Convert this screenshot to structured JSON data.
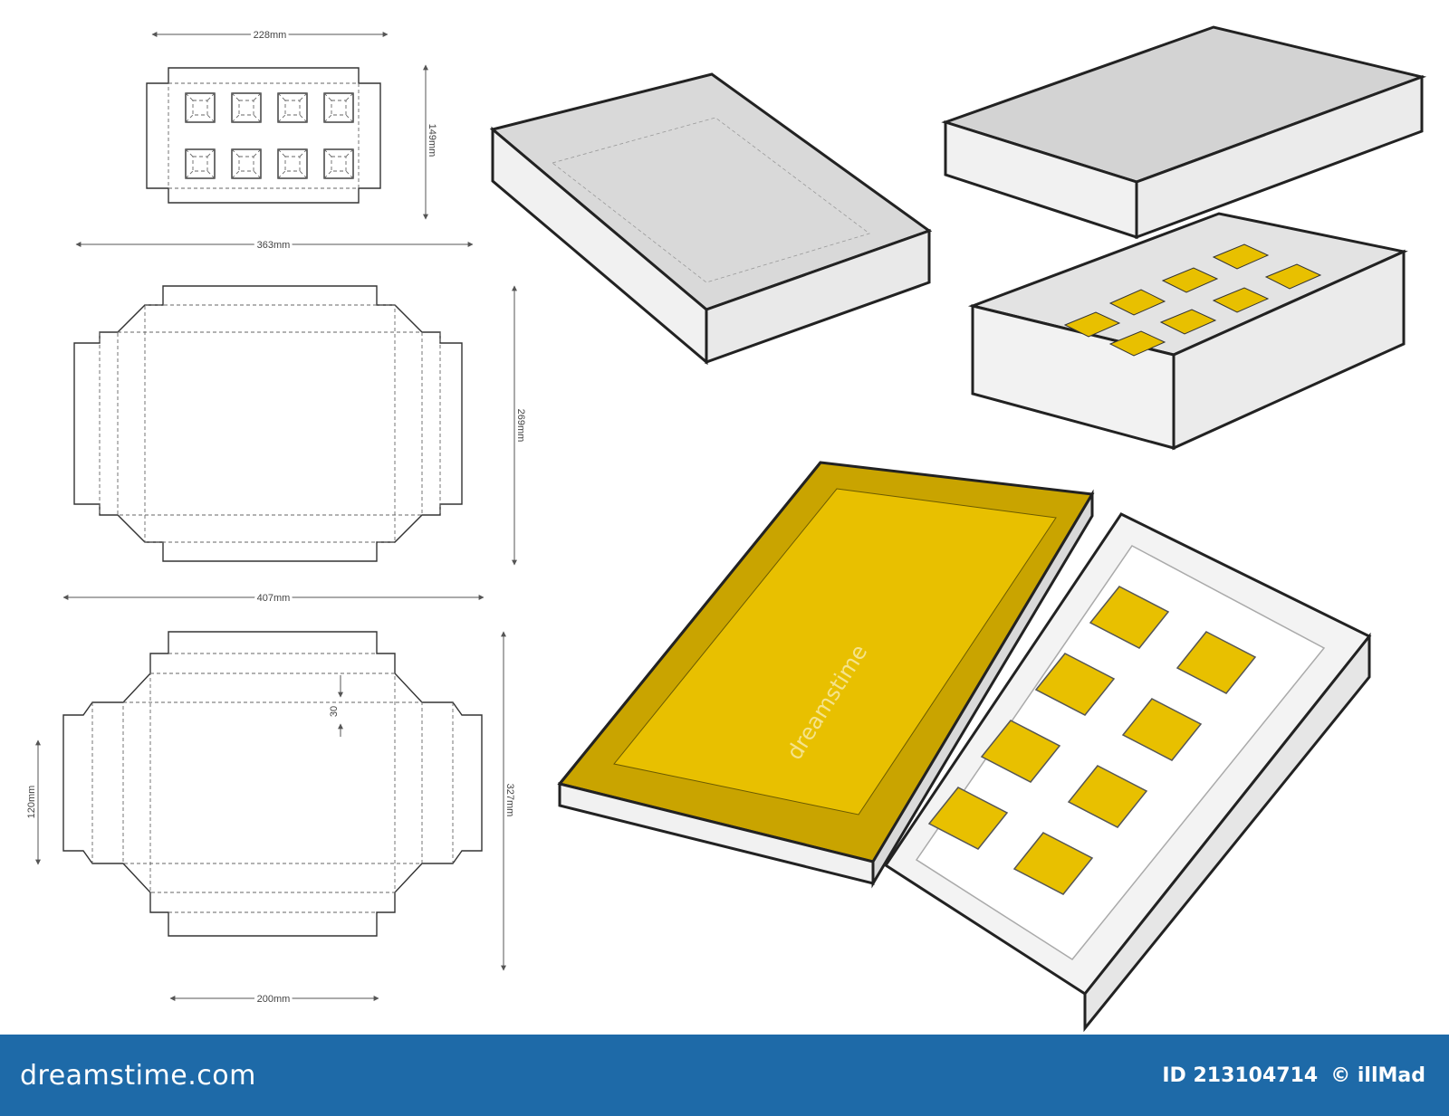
{
  "dimensions": {
    "tray_width": "228mm",
    "tray_height": "149mm",
    "lid_width": "363mm",
    "lid_height": "269mm",
    "box_width": "407mm",
    "box_depth": "30",
    "box_side": "120mm",
    "box_height": "327mm",
    "box_bottom": "200mm"
  },
  "watermark": "dreamstime",
  "footer": {
    "brand": "dreamstime.com",
    "id_label": "ID 213104714",
    "author": "© illMad"
  },
  "colors": {
    "yellow": "#e8c000",
    "yellow_dark": "#c9a400",
    "footer_bg": "#1e6aa8",
    "panel_grey": "#d6d6d6"
  }
}
